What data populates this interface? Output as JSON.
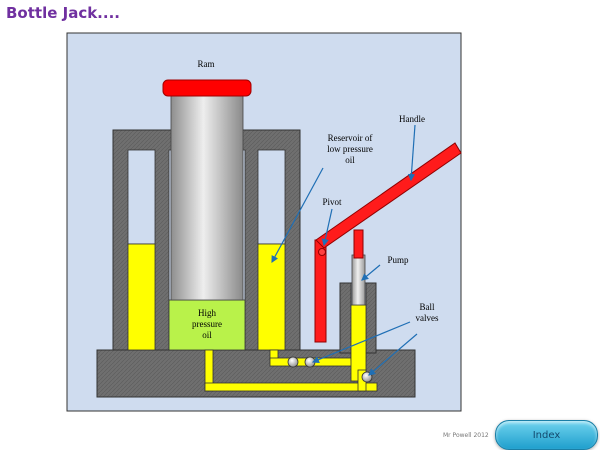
{
  "slide": {
    "title": "Bottle Jack...."
  },
  "diagram": {
    "labels": {
      "ram": "Ram",
      "handle": "Handle",
      "reservoir": [
        "Reservoir of",
        "low pressure",
        "oil"
      ],
      "pivot": "Pivot",
      "pump": "Pump",
      "high_pressure": [
        "High",
        "pressure",
        "oil"
      ],
      "ball_valves": [
        "Ball",
        "valves"
      ]
    },
    "colors": {
      "background_panel": "#cfdcef",
      "body": "#6f6f6f",
      "oil": "#ffff00",
      "high_pressure_oil": "#b9f24a",
      "ram_cap": "#ff0000",
      "ram_cylinder": "#c0c0c0",
      "handle": "#ff1b1b",
      "arrow": "#1f6fb5"
    }
  },
  "footer": {
    "credit": "Mr Powell 2012",
    "index_button": "Index"
  }
}
